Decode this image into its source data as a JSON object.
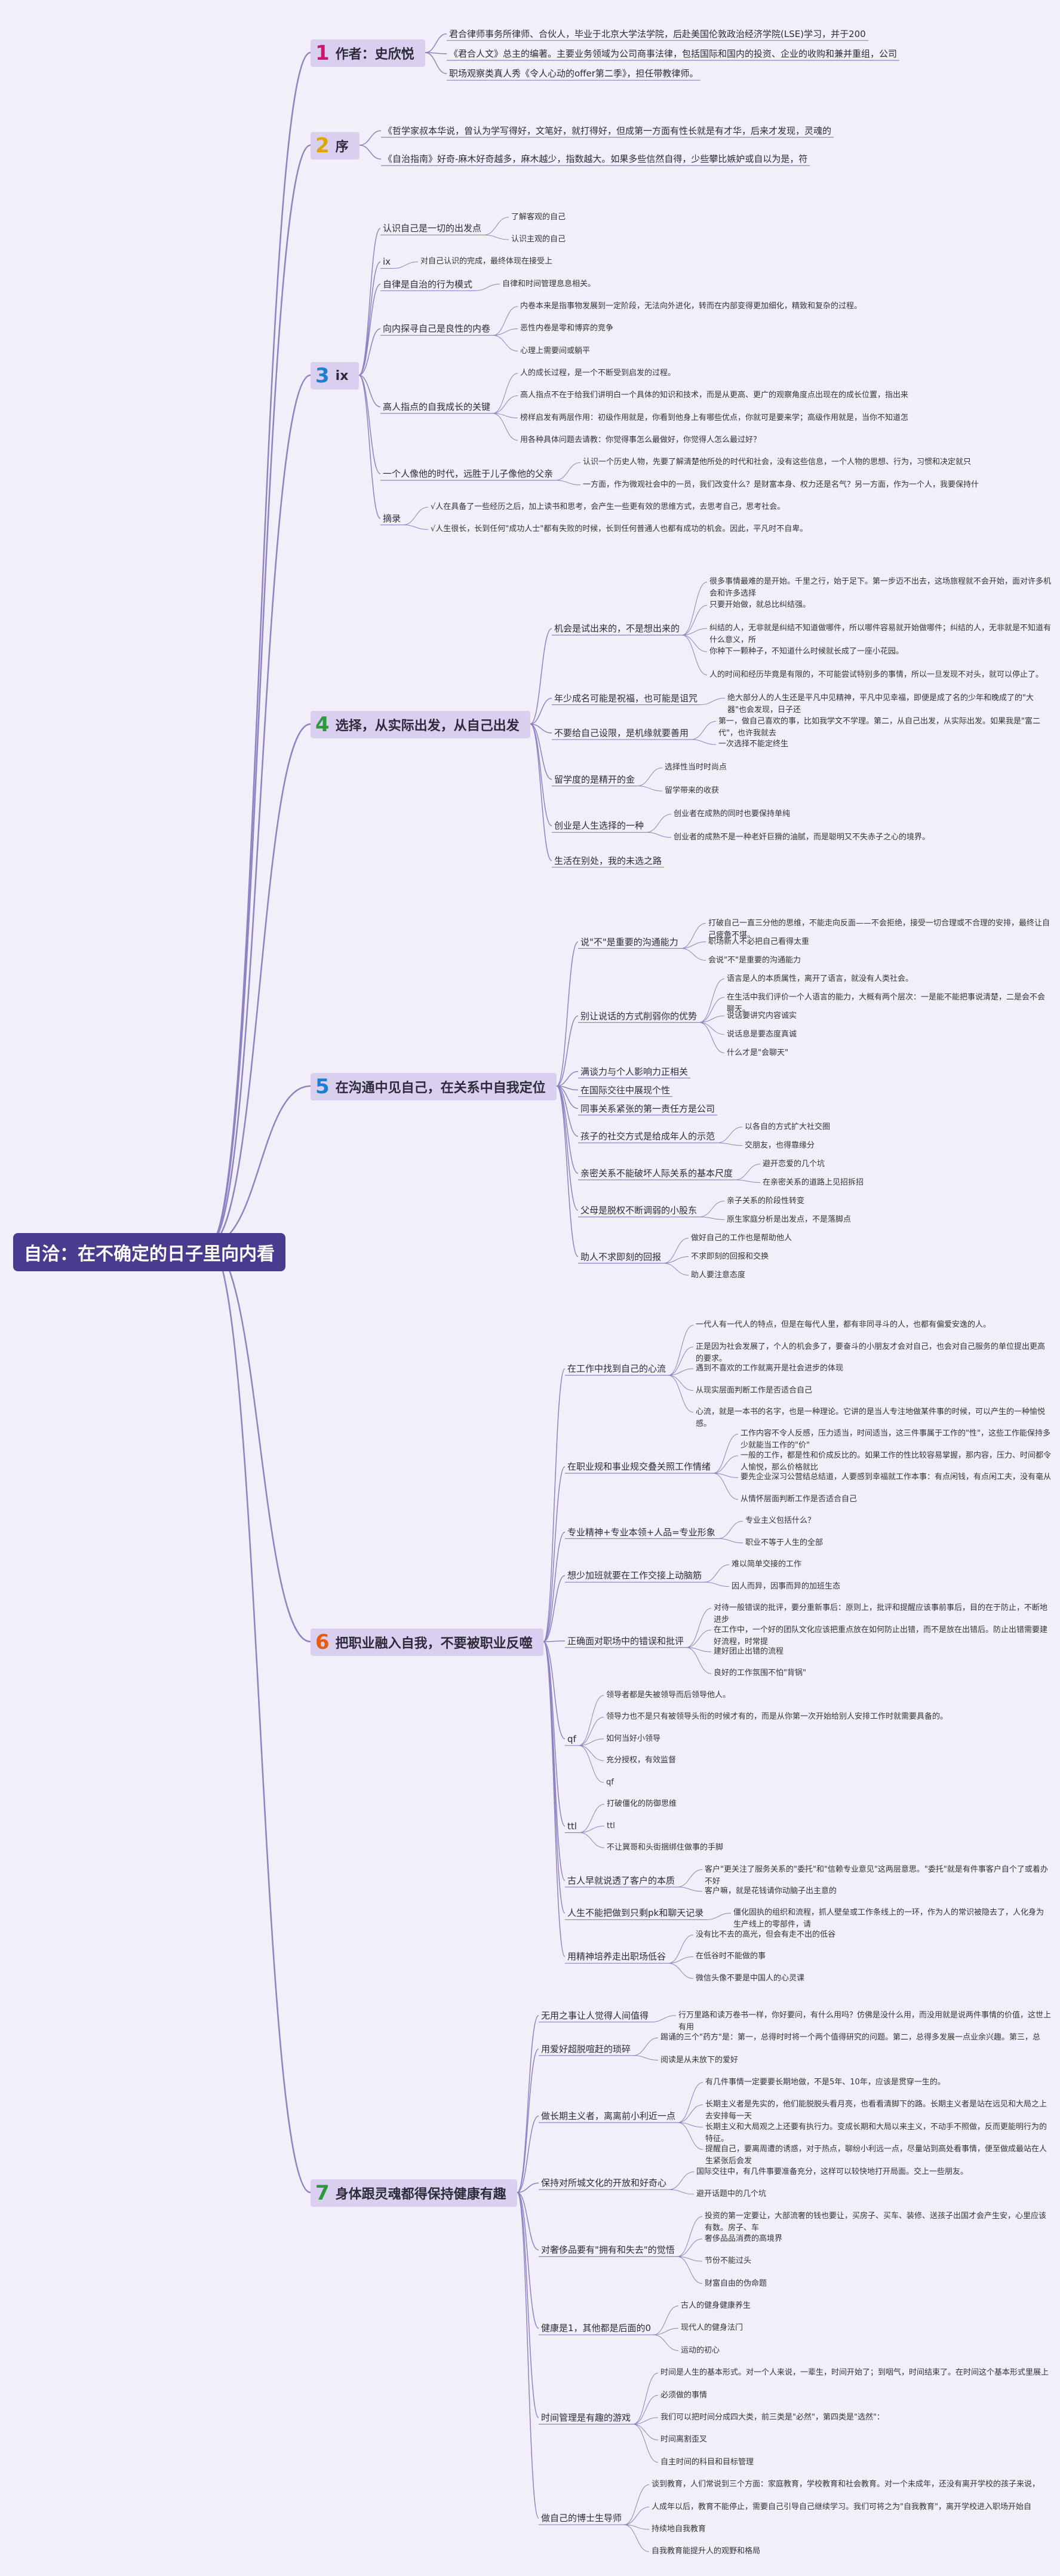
{
  "root": "自洽：在不确定的日子里向内看",
  "colors": {
    "line": "#8f82c2",
    "root_bg": "#4b3b8f",
    "section_bg": "#d8d0ee",
    "num1": "#c8176c",
    "num2": "#e3a400",
    "num3": "#1e7fd0",
    "num4": "#2a9a3a",
    "num5": "#1e7fd0",
    "num6": "#e65b0d",
    "num7": "#2a9a3a"
  },
  "sections": [
    {
      "num": "1",
      "title": "作者：史欣悦",
      "items": [
        {
          "text": "君合律师事务所律师、合伙人，毕业于北京大学法学院，后赴美国伦敦政治经济学院(LSE)学习，并于200",
          "children": []
        },
        {
          "text": "《君合人文》总主的编著。主要业务领域为公司商事法律，包括国际和国内的投资、企业的收购和兼并重组，公司",
          "children": []
        },
        {
          "text": "职场观察类真人秀《令人心动的offer第二季》，担任带教律师。",
          "children": []
        }
      ]
    },
    {
      "num": "2",
      "title": "序",
      "items": [
        {
          "text": "《哲学家叔本华说，曾认为学写得好，文笔好，就打得好，但成第一方面有性长就是有才华，后来才发现，灵魂的",
          "children": []
        },
        {
          "text": "《自治指南》好奇-麻木好奇越多，麻木越少，指数越大。如果多些信然自得，少些攀比嫉妒或自以为是，符",
          "children": []
        }
      ]
    },
    {
      "num": "3",
      "title": "ix",
      "items": [
        {
          "text": "认识自己是一切的出发点",
          "children": [
            "了解客观的自己",
            "认识主观的自己"
          ]
        },
        {
          "text": "ix",
          "children": [
            "对自己认识的完成，最终体现在接受上"
          ]
        },
        {
          "text": "自律是自治的行为模式",
          "children": [
            "自律和时间管理息息相关。"
          ]
        },
        {
          "text": "向内探寻自己是良性的内卷",
          "children": [
            "内卷本来是指事物发展到一定阶段，无法向外进化，转而在内部变得更加细化，精致和复杂的过程。",
            "恶性内卷是零和博弈的竞争",
            "心理上需要间或躺平"
          ]
        },
        {
          "text": "高人指点的自我成长的关键",
          "children": [
            "人的成长过程，是一个不断受到启发的过程。",
            "高人指点不在于给我们讲明白一个具体的知识和技术，而是从更高、更广的观察角度点出现在的成长位置，指出来",
            "榜样启发有两层作用：初级作用就是，你看到他身上有哪些优点，你就可是要来学；高级作用就是，当你不知道怎",
            "用各种具体问题去请教：你觉得事怎么最做好，你觉得人怎么最过好？"
          ]
        },
        {
          "text": "一个人像他的时代，远胜于儿子像他的父亲",
          "children": [
            "认识一个历史人物，先要了解清楚他所处的时代和社会，没有这些信息，一个人物的思想、行为，习惯和决定就只",
            "一方面，作为微观社会中的一员，我们改变什么？是财富本身、权力还是名气？另一方面，作为一个人，我要保持什"
          ]
        },
        {
          "text": "摘录",
          "children": [
            "√人在具备了一些经历之后，加上读书和思考，会产生一些更有效的思维方式，去思考自己，思考社会。",
            "√人生很长，长到任何\"成功人士\"都有失败的时候，长到任何普通人也都有成功的机会。因此，平凡时不自卑。"
          ]
        }
      ]
    },
    {
      "num": "4",
      "title": "选择，从实际出发，从自己出发",
      "items": [
        {
          "text": "机会是试出来的，不是想出来的",
          "children": [
            "很多事情最难的是开始。千里之行，始于足下。第一步迈不出去，这场旅程就不会开始，面对许多机会和许多选择",
            "只要开始做，就总比纠结强。",
            "纠结的人，无非就是纠结不知道做哪件，所以哪件容易就开始做哪件；纠结的人，无非就是不知道有什么意义，所",
            "你种下一颗种子，不知道什么时候就长成了一座小花园。",
            "人的时间和经历毕竟是有限的，不可能尝试特别多的事情，所以一旦发现不对头，就可以停止了。"
          ]
        },
        {
          "text": "年少成名可能是祝福，也可能是诅咒",
          "children": [
            "绝大部分人的人生还是平凡中见精神，平凡中见幸福，即便是成了名的少年和晚成了的\"大器\"也会发现，日子还"
          ]
        },
        {
          "text": "不要给自己设限，是机缘就要善用",
          "children": [
            "第一，做自己喜欢的事，比如我学文不学理。第二，从自己出发，从实际出发。如果我是\"富二代\"，也许我就去",
            "一次选择不能定终生"
          ]
        },
        {
          "text": "留学度的是精开的金",
          "children": [
            "选择性当时时尚点",
            "留学带来的收获"
          ]
        },
        {
          "text": "创业是人生选择的一种",
          "children": [
            "创业者在成熟的同时也要保持单纯",
            "创业者的成熟不是一种老奸巨猾的油腻，而是聪明又不失赤子之心的境界。"
          ]
        },
        {
          "text": "生活在别处，我的未选之路",
          "children": []
        }
      ]
    },
    {
      "num": "5",
      "title": "在沟通中见自己，在关系中自我定位",
      "items": [
        {
          "text": "说\"不\"是重要的沟通能力",
          "children": [
            "打破自己一直三分他的思维，不能走向反面——不会拒绝，接受一切合理或不合理的安排，最终让自己疲惫不堪。",
            "职场新人不必把自己看得太重",
            "会说\"不\"是重要的沟通能力"
          ]
        },
        {
          "text": "别让说话的方式削弱你的优势",
          "children": [
            "语言是人的本质属性，离开了语言，就没有人类社会。",
            "在生活中我们评价一个人语言的能力，大概有两个层次：一是能不能把事说清楚，二是会不会聊天。",
            "说话要讲究内容诚实",
            "说话息是要态度真诚",
            "什么才是\"会聊天\""
          ]
        },
        {
          "text": "满谈力与个人影响力正相关",
          "children": []
        },
        {
          "text": "在国际交往中展现个性",
          "children": []
        },
        {
          "text": "同事关系紧张的第一责任方是公司",
          "children": []
        },
        {
          "text": "孩子的社交方式是给成年人的示范",
          "children": [
            "以各自的方式扩大社交圈",
            "交朋友，也得靠缘分"
          ]
        },
        {
          "text": "亲密关系不能破坏人际关系的基本尺度",
          "children": [
            "避开恋爱的几个坑",
            "在亲密关系的道路上见招拆招"
          ]
        },
        {
          "text": "父母是脱权不断调弱的小股东",
          "children": [
            "亲子关系的阶段性转变",
            "原生家庭分析是出发点，不是落脚点"
          ]
        },
        {
          "text": "助人不求即刻的回报",
          "children": [
            "做好自己的工作也是帮助他人",
            "不求即刻的回报和交换",
            "助人要注意态度"
          ]
        }
      ]
    },
    {
      "num": "6",
      "title": "把职业融入自我，不要被职业反噬",
      "items": [
        {
          "text": "在工作中找到自己的心流",
          "children": [
            "一代人有一代人的特点，但是在每代人里，都有非同寻斗的人，也都有偏爱安逸的人。",
            "正是因为社会发展了，个人的机会多了，要奋斗的小朋友才会对自己，也会对自己服务的单位提出更高的要求。",
            "遇到不喜欢的工作就离开是社会进步的体现",
            "从现实层面判断工作是否适合自己",
            "心流，就是一本书的名字，也是一种理论。它讲的是当人专注地做某件事的时候，可以产生的一种愉悦感。"
          ]
        },
        {
          "text": "在职业规和事业规交叠关照工作情绪",
          "children": [
            "工作内容不令人反感，压力适当，时间适当，这三件事属于工作的\"性\"，这些工作能保持多少就能当工作的\"价\"",
            "一般的工作，都是性和价成反比的。如果工作的性比较容易掌握，那内容，压力、时间都令人愉悦，那么价格就比",
            "要先企业深习公营结总结道，人要感到幸福就工作本事：有点闲钱，有点闲工夫，没有毫从",
            "从情怀层面判断工作是否适合自己"
          ]
        },
        {
          "text": "专业精神+专业本领+人品=专业形象",
          "children": [
            "专业主义包括什么？",
            "职业不等于人生的全部"
          ]
        },
        {
          "text": "想少加班就要在工作交接上动脑筋",
          "children": [
            "难以简单交接的工作",
            "因人而异，因事而异的加班生态"
          ]
        },
        {
          "text": "正确面对职场中的错误和批评",
          "children": [
            "对待一般错误的批评，要分重新事后：原则上，批评和提醒应该事前事后，目的在于防止，不断地进步",
            "在工作中，一个好的团队文化应该把重点放在如何防止出错，而不是放在出错后。防止出错需要建好流程，时常提",
            "建好团止出错的流程",
            "良好的工作氛围不怕\"背锅\""
          ]
        },
        {
          "text": "qf",
          "children": [
            "领导者都是失被领导而后领导他人。",
            "领导力也不是只有被领导头衔的时候才有的，而是从你第一次开始给别人安排工作时就需要具备的。",
            "如何当好小领导",
            "充分授权，有效监督",
            "qf"
          ]
        },
        {
          "text": "ttl",
          "children": [
            "打破僵化的防御思维",
            "ttl",
            "不让冀哥和头街捆绑住做事的手脚"
          ]
        },
        {
          "text": "古人早就说透了客户的本质",
          "children": [
            "客户\"更关注了服务关系的\"委托\"和\"信赖专业意见\"这两层意思。\"委托\"就是有件事客户自个了或着办不好",
            "客户嘛，就是花钱请你动脑子出主意的"
          ]
        },
        {
          "text": "人生不能把做到只剩pk和聊天记录",
          "children": [
            "僵化固执的组织和流程，抓人壁垒或工作条线上的一环，作为人的常识被隐去了，人化身为生产线上的零部件，请"
          ]
        },
        {
          "text": "用精神培养走出职场低谷",
          "children": [
            "没有比不去的高光，但会有走不出的低谷",
            "在低谷时不能做的事",
            "微信头像不要是中国人的心灵课"
          ]
        }
      ]
    },
    {
      "num": "7",
      "title": "身体跟灵魂都得保持健康有趣",
      "items": [
        {
          "text": "无用之事让人觉得人间值得",
          "children": [
            "行万里路和读万卷书一样，你好要问，有什么用吗？仿佛是没什么用，而没用就是说两件事情的价值，这世上有用"
          ]
        },
        {
          "text": "用爱好超脱喧赶的琐碎",
          "children": [
            "踢诵的三个\"药方\"是：第一，总得时时将一个两个值得研究的问题。第二，总得多发展一点业余兴趣。第三，总",
            "阅读是从未放下的爱好"
          ]
        },
        {
          "text": "做长期主义者，离离前小利近一点",
          "children": [
            "有几件事情一定要要长期地做，不是5年、10年，应该是贯穿一生的。",
            "长期主义者是先实的，他们能脱脱头看月亮，也看看清脚下的路。长期主义者是站在远见和大局之上去安排每一天",
            "长期主义和大局观之上还要有执行力。变成长期和大局以来主义，不动手不照做，反而更能明行为的特征。",
            "提醒自己，要离周遭的诱惑，对于热点，聊纷小利远一点，尽量站到高处看事情，便至做成最站在人生紧张后会发"
          ]
        },
        {
          "text": "保持对所城文化的开放和好奇心",
          "children": [
            "国际交往中，有几件事要准备充分，这样可以较快地打开局面。交上一些朋友。",
            "避开话题中的几个坑"
          ]
        },
        {
          "text": "对奢侈品要有\"拥有和失去\"的觉悟",
          "children": [
            "投资的第一定要让，大部流奢的钱也要让，买房子、买车、装修、送孩子出国才会产生安，心里应该有数。房子、车",
            "奢侈品品消费的高境界",
            "节份不能过头",
            "财富自由的伪命题"
          ]
        },
        {
          "text": "健康是1，其他都是后面的0",
          "children": [
            "古人的健身健康养生",
            "现代人的健身法门",
            "运动的初心"
          ]
        },
        {
          "text": "时间管理是有趣的游戏",
          "children": [
            "时间是人生的基本形式。对一个人来说，一辈生，时间开始了；到咽气，时间结束了。在时间这个基本形式里展上",
            "必须做的事情",
            "我们可以把时间分成四大类，前三类是\"必然\"，第四类是\"选然\"：",
            "时间离割歪叉",
            "自主时间的科目和目标管理"
          ]
        },
        {
          "text": "做自己的博士生导师",
          "children": [
            "谈到教育，人们常说到三个方面：家庭教育，学校教育和社会教育。对一个未成年，还没有离开学校的孩子来说，",
            "人成年以后，教育不能停止，需要自己引导自己继续学习。我们可将之为\"自我教育\"，离开学校进入职场开始自",
            "持续地自我教育",
            "自我教育能提升人的观野和格局"
          ]
        }
      ]
    }
  ]
}
